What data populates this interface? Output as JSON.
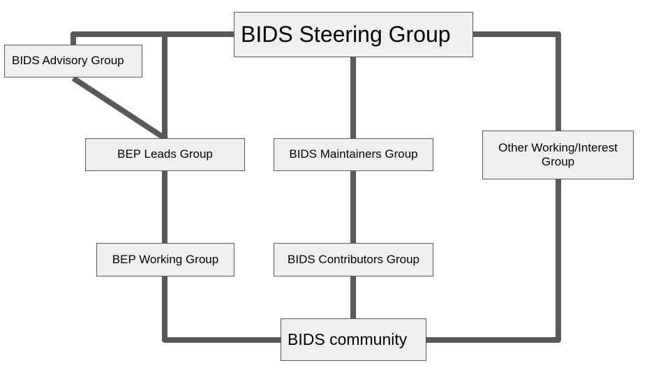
{
  "diagram": {
    "line_color": "#595959",
    "box_fill": "#efefef",
    "box_border": "#595959",
    "nodes": {
      "steering": "BIDS Steering Group",
      "advisory": "BIDS Advisory Group",
      "bep_leads": "BEP Leads Group",
      "maintainers": "BIDS Maintainers Group",
      "other": "Other Working/Interest Group",
      "bep_working": "BEP Working Group",
      "contributors": "BIDS Contributors Group",
      "community": "BIDS community"
    },
    "edges": [
      {
        "from": "steering",
        "to": "advisory"
      },
      {
        "from": "steering",
        "to": "bep_leads"
      },
      {
        "from": "advisory",
        "to": "bep_leads"
      },
      {
        "from": "steering",
        "to": "maintainers"
      },
      {
        "from": "steering",
        "to": "other"
      },
      {
        "from": "bep_leads",
        "to": "bep_working"
      },
      {
        "from": "maintainers",
        "to": "contributors"
      },
      {
        "from": "bep_working",
        "to": "community"
      },
      {
        "from": "contributors",
        "to": "community"
      },
      {
        "from": "other",
        "to": "community"
      }
    ]
  }
}
